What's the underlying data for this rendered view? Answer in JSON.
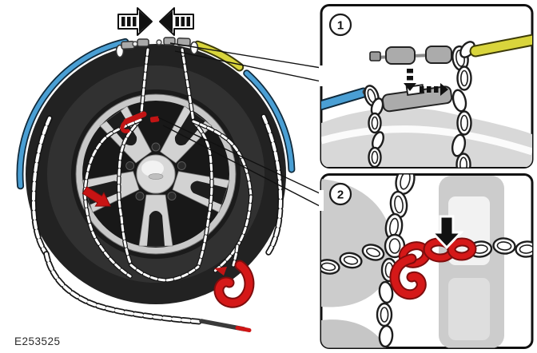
{
  "figure": {
    "id_label": "E253525",
    "subject": "Snow chain installation on a wheel with two detail callouts"
  },
  "panels": [
    {
      "number": "1"
    },
    {
      "number": "2"
    }
  ],
  "icons": {
    "push_right_arrow": "striped-arrow-right",
    "push_left_arrow": "striped-arrow-left",
    "insert_down_arrow": "dashed-arrow-down",
    "insert_right_arrow": "dashed-arrow-right",
    "press_down_arrow": "solid-arrow-down",
    "direction_arrow_on_wheel": "red-arrow-down-right",
    "chain_hook": "red-hook"
  },
  "colors": {
    "cable_blue": "#4a9fd4",
    "cable_yellow": "#d9d53c",
    "highlight_red": "#cf1616",
    "connector_gray": "#a9a9a9",
    "tire_dark": "#262626",
    "rim_silver": "#c8c8c8",
    "panel_border": "#111111"
  }
}
